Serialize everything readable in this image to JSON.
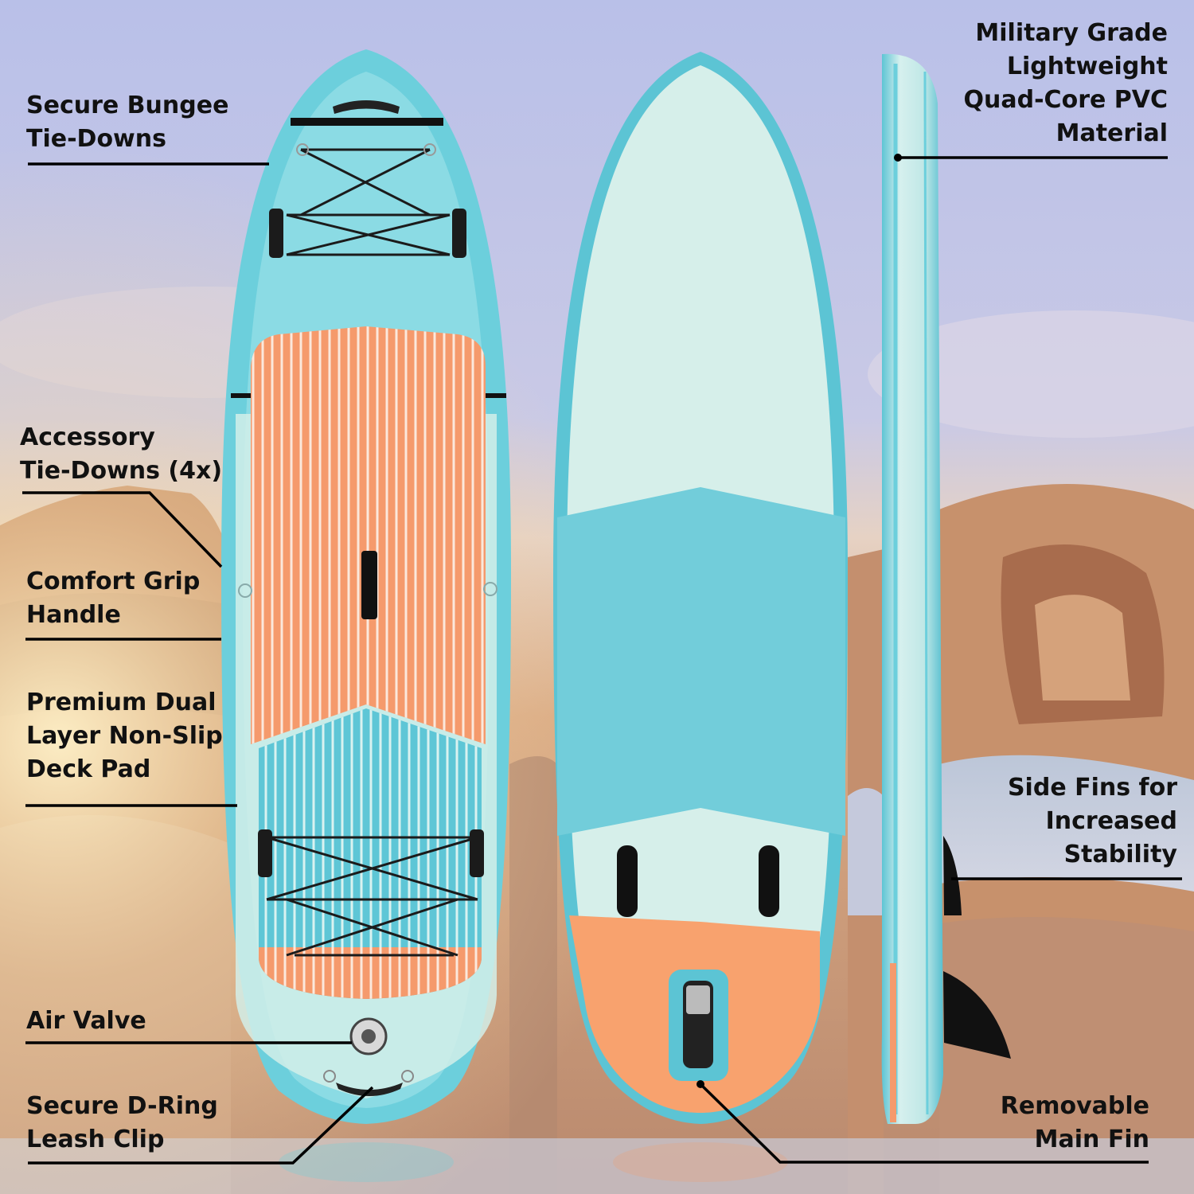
{
  "colors": {
    "board_teal": "#6ccfdc",
    "board_mint": "#d8f1ec",
    "pad_orange": "#f59a6c",
    "stripe_white": "#fbe8dc",
    "sky": "#c7cbe8",
    "rock": "#c98f6b"
  },
  "labels": {
    "bungee": [
      "Secure Bungee",
      "Tie-Downs"
    ],
    "accessory": [
      "Accessory",
      "Tie-Downs (4x)"
    ],
    "grip": [
      "Comfort Grip",
      "Handle"
    ],
    "deckpad": [
      "Premium Dual",
      "Layer Non-Slip",
      "Deck Pad"
    ],
    "valve": [
      "Air Valve"
    ],
    "leash": [
      "Secure D-Ring",
      "Leash Clip"
    ],
    "material": [
      "Military Grade",
      "Lightweight",
      "Quad-Core PVC",
      "Material"
    ],
    "sidefins": [
      "Side Fins for",
      "Increased",
      "Stability"
    ],
    "mainfin": [
      "Removable",
      "Main Fin"
    ]
  }
}
